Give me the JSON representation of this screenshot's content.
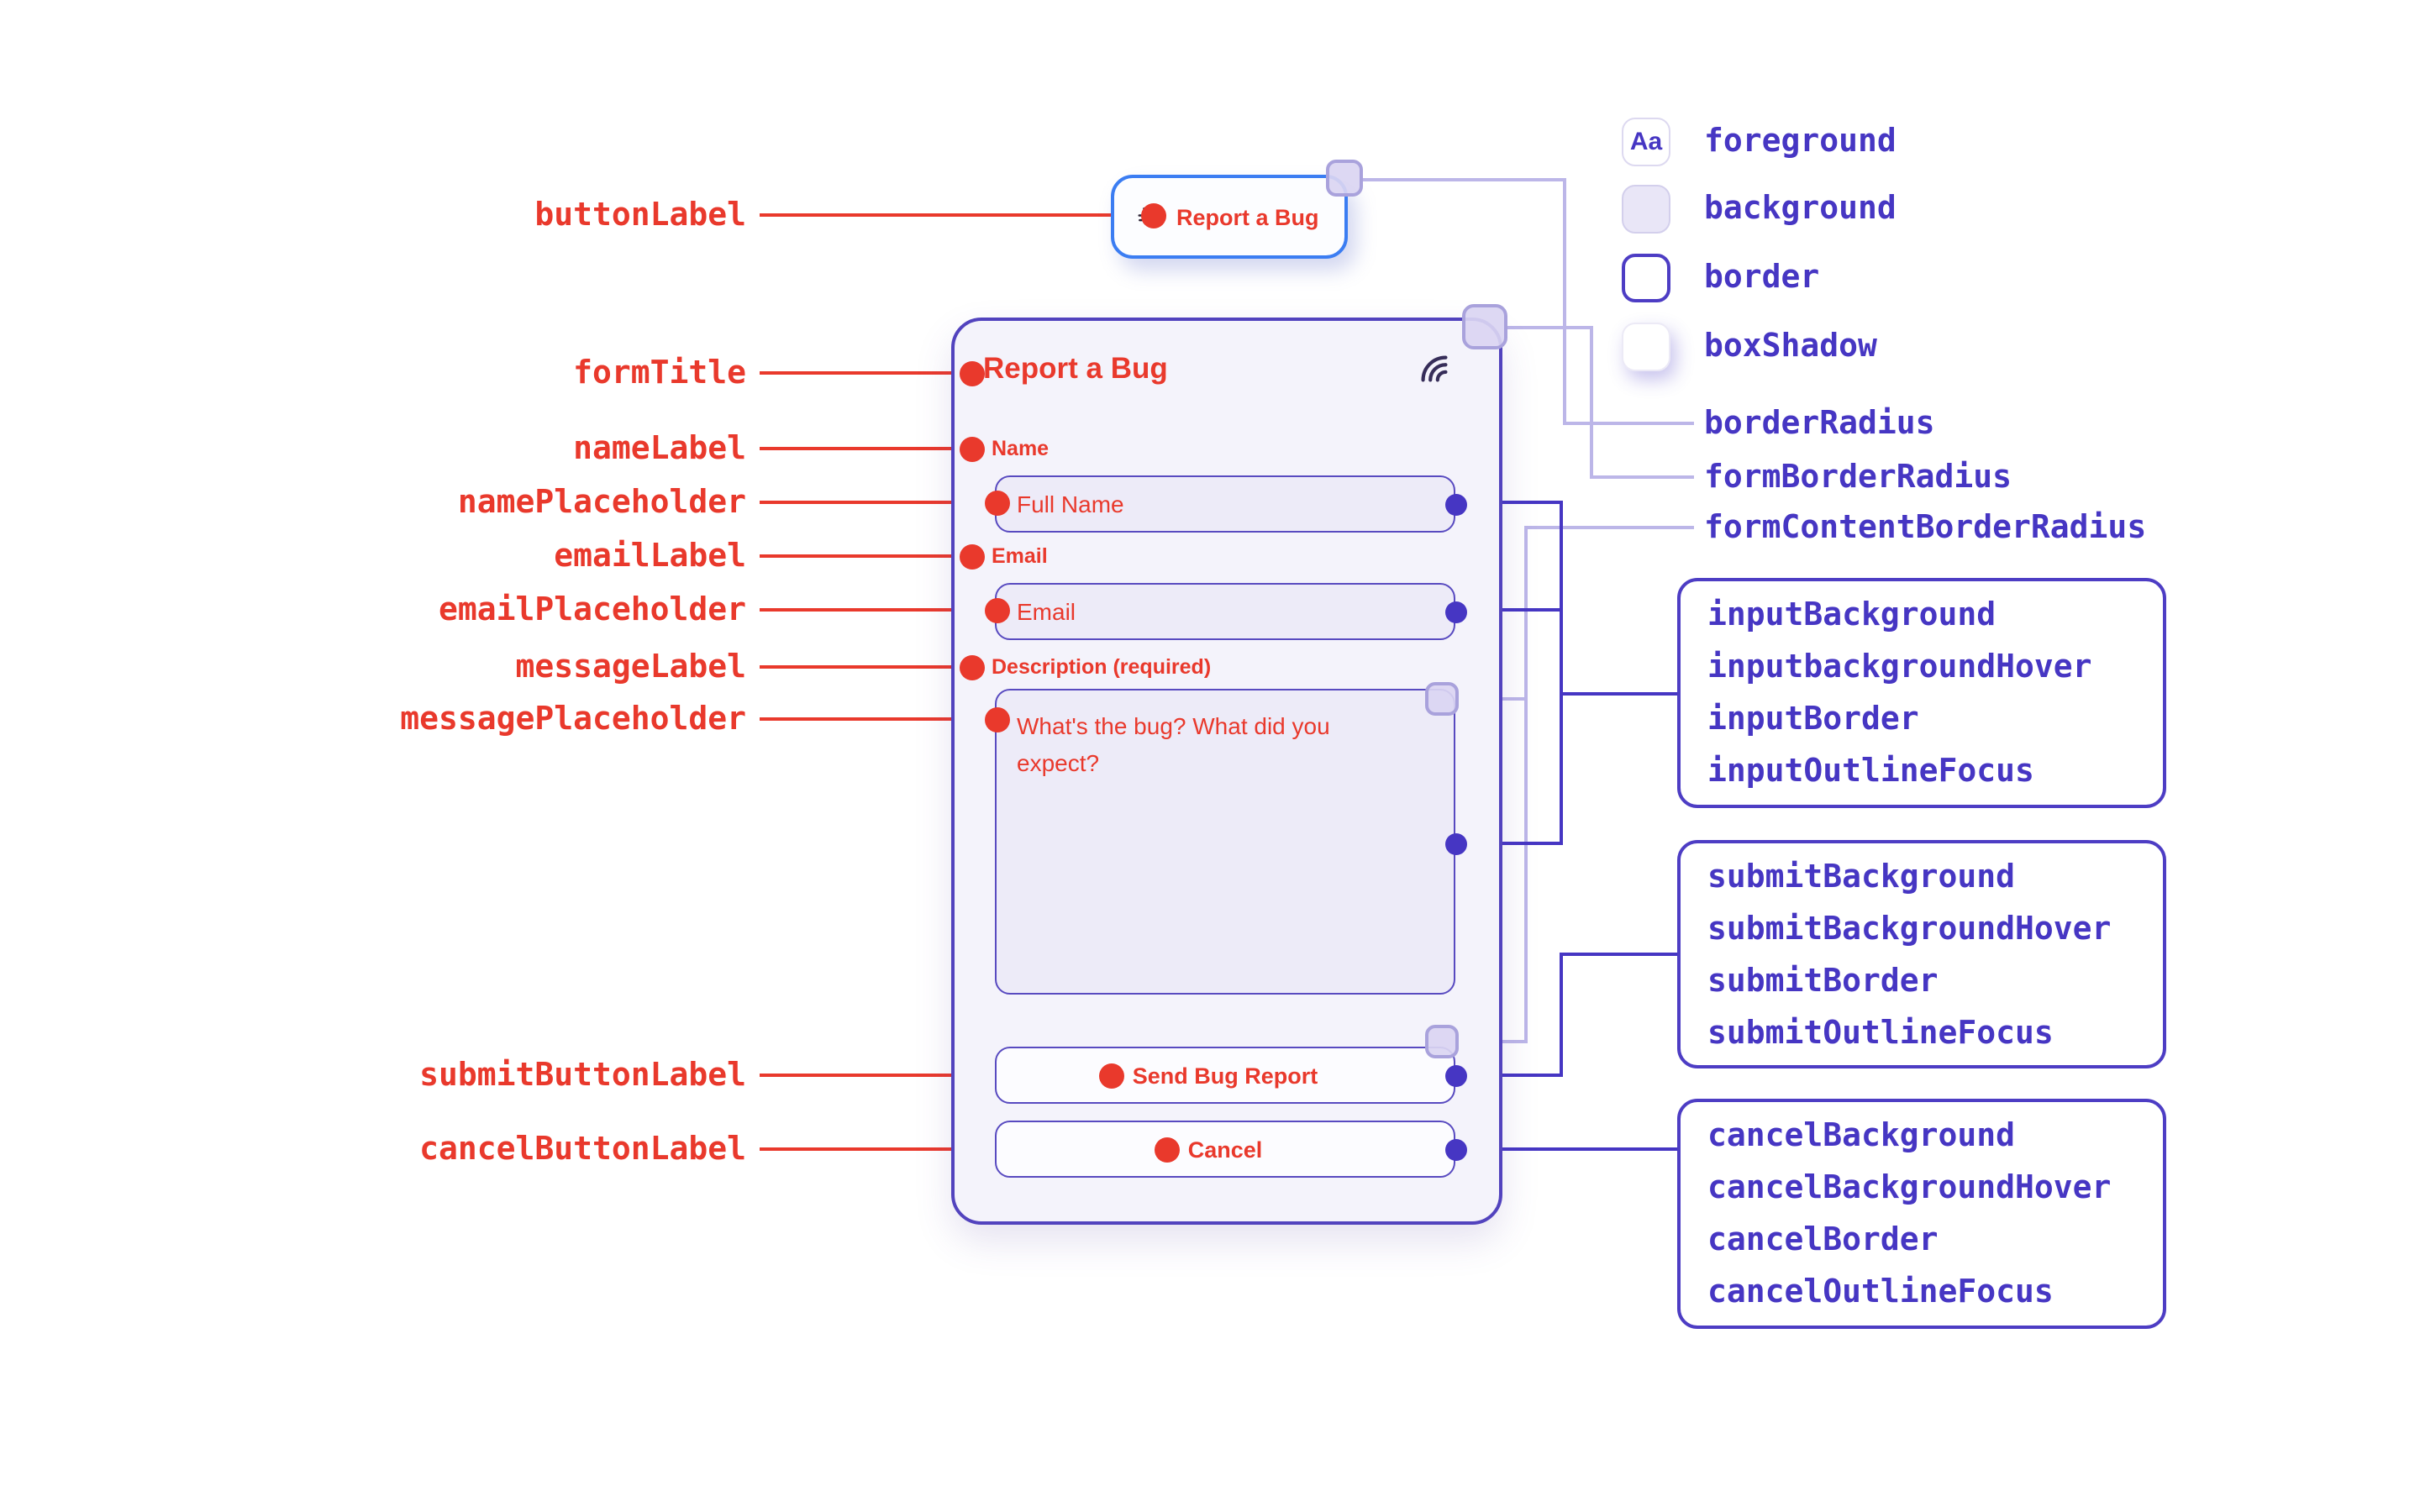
{
  "colors": {
    "annotation_red": "#e9392c",
    "annotation_purple": "#4636c3",
    "annotation_purple_light": "#bcb6e8",
    "trigger_border_blue": "#3b7df2",
    "form_background": "#f4f3fb",
    "form_border": "#5243be"
  },
  "left_annotations": [
    "buttonLabel",
    "formTitle",
    "nameLabel",
    "namePlaceholder",
    "emailLabel",
    "emailPlaceholder",
    "messageLabel",
    "messagePlaceholder",
    "submitButtonLabel",
    "cancelButtonLabel"
  ],
  "widget": {
    "trigger_label": "Report a Bug",
    "form_title": "Report a Bug",
    "name_label": "Name",
    "name_placeholder": "Full Name",
    "email_label": "Email",
    "email_placeholder": "Email",
    "message_label": "Description (required)",
    "message_placeholder": "What's the bug? What did you expect?",
    "submit_label": "Send Bug Report",
    "cancel_label": "Cancel"
  },
  "legend": {
    "items": [
      {
        "symbol": "Aa",
        "label": "foreground"
      },
      {
        "label": "background"
      },
      {
        "label": "border"
      },
      {
        "label": "boxShadow"
      }
    ]
  },
  "radius_annotations": [
    "borderRadius",
    "formBorderRadius",
    "formContentBorderRadius"
  ],
  "style_groups": [
    {
      "items": [
        "inputBackground",
        "inputbackgroundHover",
        "inputBorder",
        "inputOutlineFocus"
      ]
    },
    {
      "items": [
        "submitBackground",
        "submitBackgroundHover",
        "submitBorder",
        "submitOutlineFocus"
      ]
    },
    {
      "items": [
        "cancelBackground",
        "cancelBackgroundHover",
        "cancelBorder",
        "cancelOutlineFocus"
      ]
    }
  ]
}
